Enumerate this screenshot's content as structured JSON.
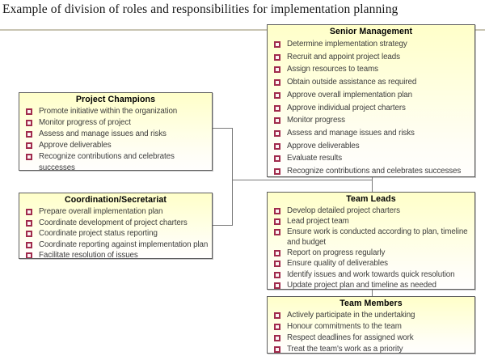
{
  "page": {
    "title": "Example of division of roles and responsibilities for implementation planning"
  },
  "colors": {
    "box_fill_top": "#FFFFC9",
    "box_fill_bottom": "#FFFFFF",
    "box_border": "#5E5E5E",
    "bullet_square": "#A02B4C",
    "connector_line": "#7A7A7A",
    "title_rule": "#C8C4B2",
    "header_text": "#000000",
    "item_text": "#3D3D3D"
  },
  "icons": {
    "bullet": "square-bullet-icon"
  },
  "boxes": {
    "senior_management": {
      "title": "Senior Management",
      "items": [
        "Determine implementation strategy",
        "Recruit and appoint project leads",
        "Assign resources to teams",
        "Obtain outside assistance as required",
        "Approve overall implementation plan",
        "Approve individual project charters",
        "Monitor progress",
        "Assess and manage issues and risks",
        "Approve deliverables",
        "Evaluate results",
        "Recognize contributions and celebrates successes"
      ]
    },
    "project_champions": {
      "title": "Project Champions",
      "items": [
        "Promote initiative within the organization",
        "Monitor progress of project",
        "Assess and manage issues and risks",
        "Approve deliverables",
        "Recognize contributions and celebrates successes"
      ]
    },
    "coordination_secretariat": {
      "title": "Coordination/Secretariat",
      "items": [
        "Prepare overall implementation plan",
        "Coordinate development of project charters",
        "Coordinate project status reporting",
        "Coordinate reporting against implementation plan",
        "Facilitate resolution of issues"
      ]
    },
    "team_leads": {
      "title": "Team Leads",
      "items": [
        "Develop detailed project charters",
        "Lead project team",
        "Ensure work is conducted according to plan, timeline and budget",
        "Report on progress regularly",
        "Ensure quality of deliverables",
        "Identify issues and work towards quick resolution",
        "Update project plan and timeline as needed"
      ]
    },
    "team_members": {
      "title": "Team Members",
      "items": [
        "Actively participate in the undertaking",
        "Honour commitments to the team",
        "Respect deadlines for assigned work",
        "Treat the team's work as a priority"
      ]
    }
  }
}
